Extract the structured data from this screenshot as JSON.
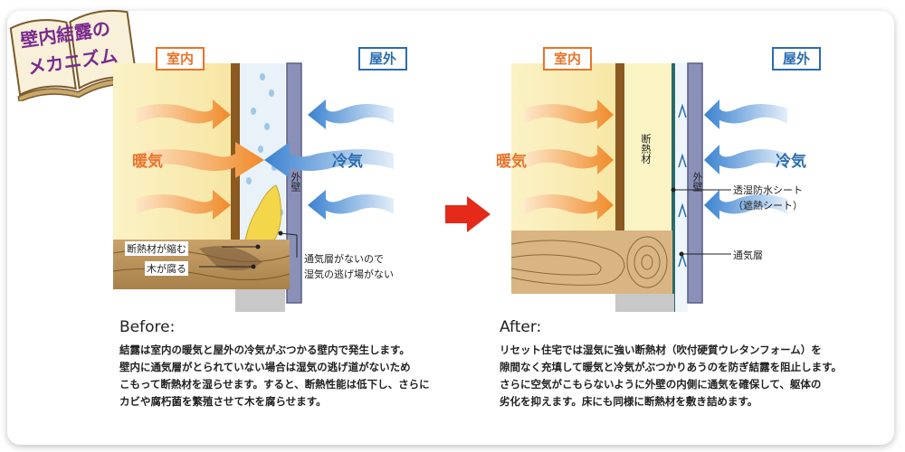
{
  "book_title": {
    "line1": "壁内結露の",
    "line2": "メカニズム"
  },
  "before": {
    "indoor_label": "室内",
    "outdoor_label": "屋外",
    "warm_air": "暖気",
    "cold_air": "冷気",
    "outer_wall": "外壁",
    "callout_shrink": "断熱材が縮む",
    "callout_rot": "木が腐る",
    "callout_no_vent_1": "通気層がないので",
    "callout_no_vent_2": "湿気の逃げ場がない",
    "heading": "Before:",
    "text": [
      "結露は室内の暖気と屋外の冷気がぶつかる壁内で発生します。",
      "壁内に通気層がとられていない場合は湿気の逃げ道がないため",
      "こもって断熱材を湿らせます。すると、断熱性能は低下し、さらに",
      "カビや腐朽菌を繁殖させて木を腐らせます。"
    ]
  },
  "after": {
    "indoor_label": "室内",
    "outdoor_label": "屋外",
    "warm_air": "暖気",
    "cold_air": "冷気",
    "insulation": "断熱材",
    "outer_wall": "外壁",
    "callout_sheet_1": "透湿防水シート",
    "callout_sheet_2": "（遮熱シート）",
    "callout_vent": "通気層",
    "heading": "After:",
    "text": [
      "リセット住宅では湿気に強い断熱材（吹付硬質ウレタンフォーム）を",
      "隙間なく充填して暖気と冷気がぶつかりあうのを防ぎ結露を阻止します。",
      "さらに空気がこもらないように外壁の内側に通気を確保して、躯体の",
      "劣化を抑えます。床にも同様に断熱材を敷き詰めます。"
    ]
  },
  "colors": {
    "indoor": "#e8742a",
    "outdoor": "#2b6cb0",
    "arrow_red": "#e52a1a",
    "book_purple": "#7a2a8e"
  }
}
